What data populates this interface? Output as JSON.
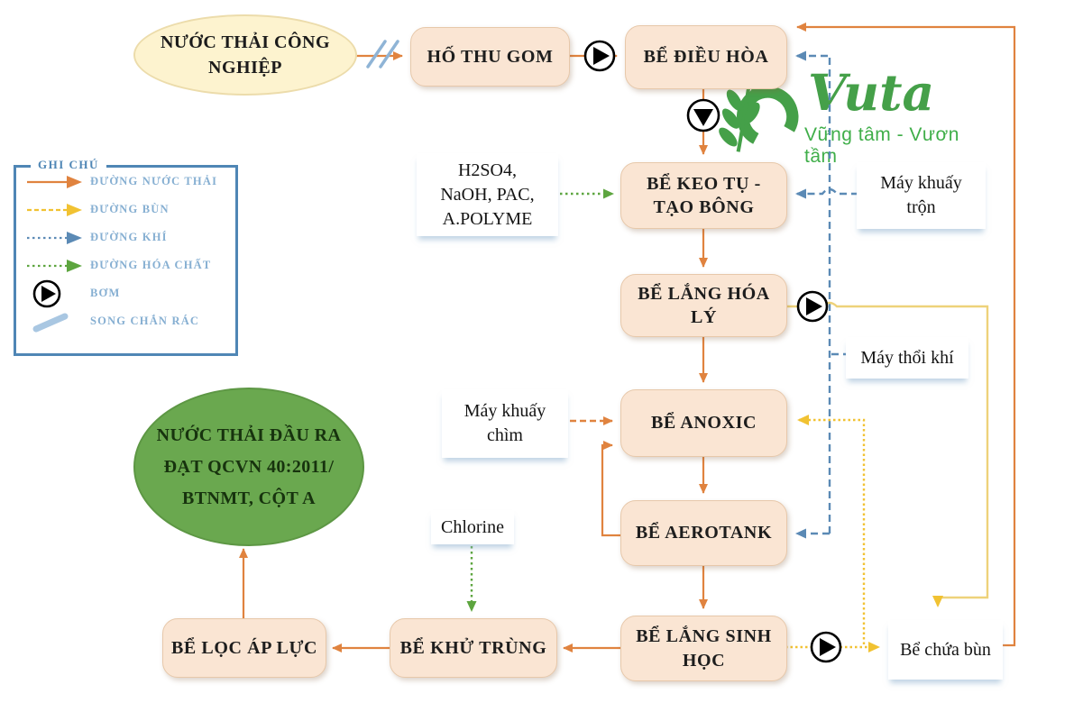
{
  "logo": {
    "brand": "Vuta",
    "tagline": "Vững tâm - Vươn tầm"
  },
  "legend": {
    "title": "GHI CHÚ",
    "items": [
      {
        "label": "ĐƯỜNG NƯỚC THẢI",
        "type": "solid-arrow",
        "color": "#e0833f"
      },
      {
        "label": "ĐƯỜNG BÙN",
        "type": "dashed-arrow",
        "color": "#f1c232"
      },
      {
        "label": "ĐƯỜNG KHÍ",
        "type": "dotted-arrow",
        "color": "#5b8ab5"
      },
      {
        "label": "ĐƯỜNG HÓA CHẤT",
        "type": "dotted-arrow",
        "color": "#5da53f"
      },
      {
        "label": "BƠM",
        "type": "pump"
      },
      {
        "label": "SONG CHẮN RÁC",
        "type": "bar-screen"
      }
    ]
  },
  "nodes": {
    "industrial_wastewater": {
      "lines": [
        "NƯỚC THẢI CÔNG",
        "NGHIỆP"
      ]
    },
    "ho_thu_gom": {
      "lines": [
        "HỐ THU GOM"
      ]
    },
    "be_dieu_hoa": {
      "lines": [
        "BỂ ĐIỀU HÒA"
      ]
    },
    "be_keo_tu": {
      "lines": [
        "BỂ KEO TỤ -",
        "TẠO BÔNG"
      ]
    },
    "be_lang_hoa_ly": {
      "lines": [
        "BỂ LẮNG HÓA",
        "LÝ"
      ]
    },
    "be_anoxic": {
      "lines": [
        "BỂ ANOXIC"
      ]
    },
    "be_aerotank": {
      "lines": [
        "BỂ AEROTANK"
      ]
    },
    "be_lang_sinh_hoc": {
      "lines": [
        "BỂ LẮNG SINH",
        "HỌC"
      ]
    },
    "be_khu_trung": {
      "lines": [
        "BỂ KHỬ TRÙNG"
      ]
    },
    "be_loc_ap_luc": {
      "lines": [
        "BỂ LỌC ÁP LỰC"
      ]
    },
    "effluent": {
      "lines": [
        "NƯỚC THẢI ĐẦU RA",
        "ĐẠT QCVN 40:2011/",
        "BTNMT, CỘT A"
      ]
    }
  },
  "labels": {
    "chemicals": {
      "lines": [
        "H2SO4,",
        "NaOH, PAC,",
        "A.POLYME"
      ]
    },
    "may_khuay_tron": {
      "lines": [
        "Máy khuấy",
        "trộn"
      ]
    },
    "may_thoi_khi": {
      "lines": [
        "Máy thổi khí"
      ]
    },
    "may_khuay_chim": {
      "lines": [
        "Máy khuấy",
        "chìm"
      ]
    },
    "chlorine": {
      "lines": [
        "Chlorine"
      ]
    },
    "be_chua_bun": {
      "lines": [
        "Bể chứa bùn"
      ]
    }
  },
  "colors": {
    "wastewater_line": "#e0833f",
    "sludge_line": "#f1c232",
    "sludge_line_pale": "#eed27a",
    "air_line": "#5b8ab5",
    "chemical_line": "#5da53f",
    "process_box_fill": "#fae5d3",
    "process_box_border": "#e7c8aa",
    "influent_fill": "#fdf3cf",
    "effluent_fill": "#6aa84f",
    "legend_text": "#86afd2",
    "logo_green": "#45a049"
  }
}
